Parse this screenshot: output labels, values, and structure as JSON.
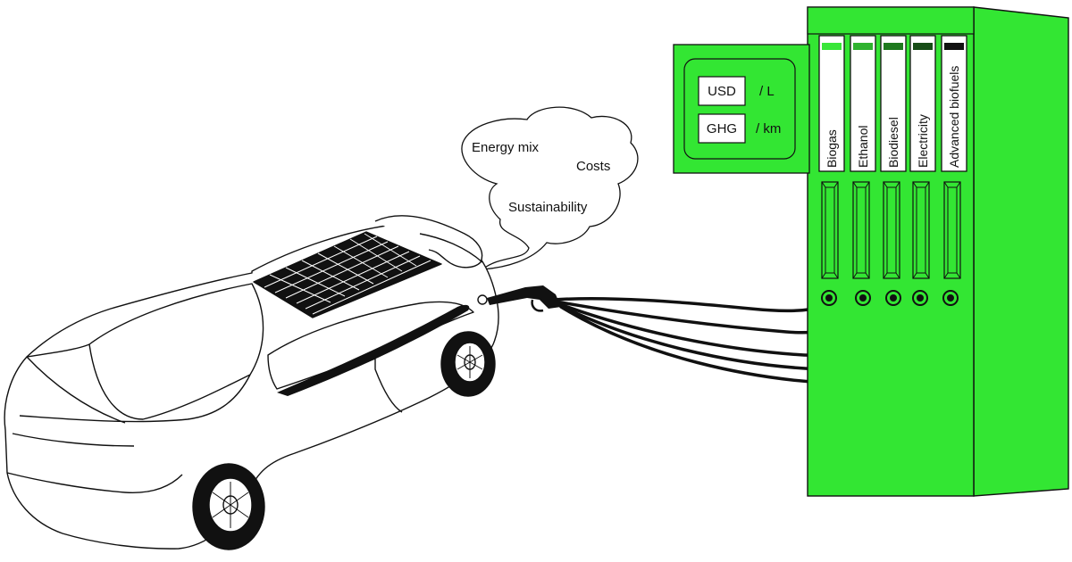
{
  "thought_cloud": {
    "items": [
      "Energy mix",
      "Costs",
      "Sustainability"
    ]
  },
  "display_panel": {
    "rows": [
      {
        "box": "USD",
        "unit": "/ L"
      },
      {
        "box": "GHG",
        "unit": "/ km"
      }
    ]
  },
  "pump": {
    "fuels": [
      {
        "label": "Biogas",
        "indicator_color": "#39e639"
      },
      {
        "label": "Ethanol",
        "indicator_color": "#2fb22f"
      },
      {
        "label": "Biodiesel",
        "indicator_color": "#1f7a1f"
      },
      {
        "label": "Electricity",
        "indicator_color": "#174d17"
      },
      {
        "label": "Advanced biofuels",
        "indicator_color": "#111111"
      }
    ]
  },
  "colors": {
    "pump_green": "#33e633",
    "outline": "#111111"
  }
}
